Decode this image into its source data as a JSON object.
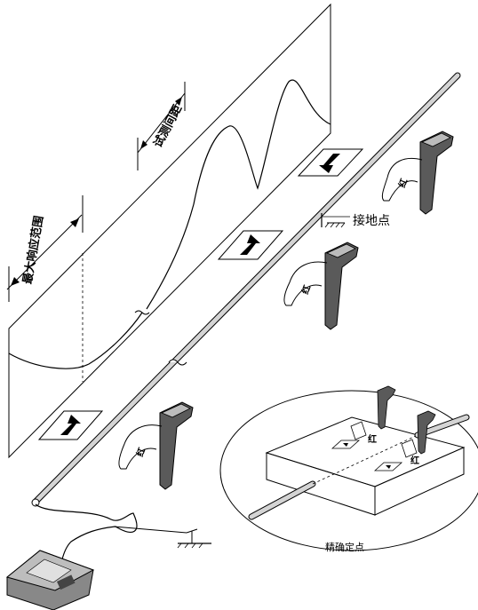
{
  "labels": {
    "ground_point": "接地点",
    "max_response_range": "最大响应范围",
    "test_interval": "试测间距",
    "precise_positioning": "精确定点",
    "red_tag": "红"
  },
  "colors": {
    "line": "#000000",
    "receiver_body": "#5a5a5a",
    "receiver_dark": "#3a3a3a",
    "pipe": "#cfcfcf",
    "transmitter": "#777777",
    "background": "#ffffff"
  },
  "icons": [
    "up-arrow-box-icon",
    "down-arrow-box-icon",
    "ground-symbol-icon",
    "break-mark-icon"
  ]
}
